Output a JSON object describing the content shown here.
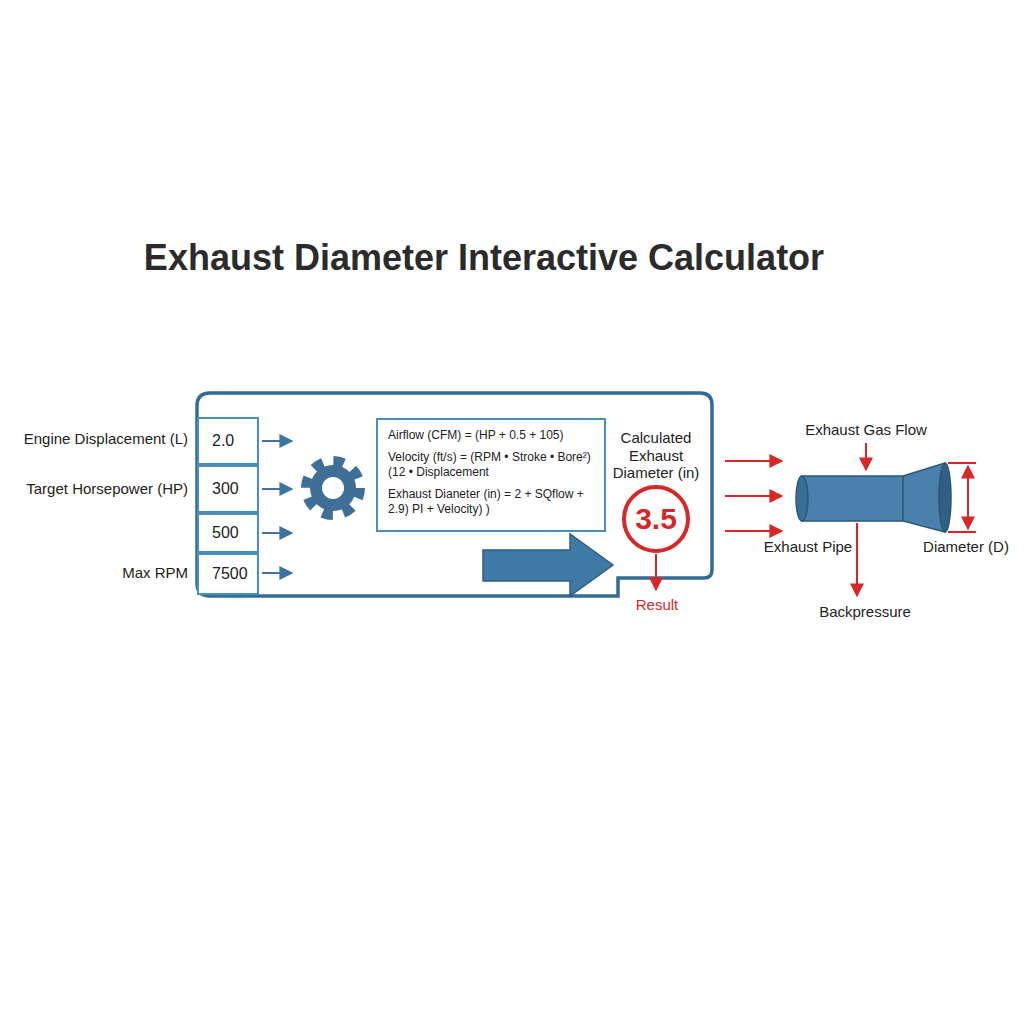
{
  "diagram": {
    "title": "Exhaust Diameter Interactive Calculator",
    "nodes": [
      {
        "text": [
          "2.0"
        ]
      },
      {
        "text": [
          "300"
        ]
      },
      {
        "text": [
          "500"
        ]
      },
      {
        "text": [
          "7500"
        ]
      },
      {
        "text": [
          "Airflow (CFM) = (HP + 0.5 + 105)",
          "Velocity (ft/s) = (RPM • Stroke • Bore²) (12 • Displacement",
          "Exhaust Dianeter (in) = 2 + SQflow + 2.9) PI + Velocity) )"
        ]
      },
      {
        "text": [
          "Calculated Exhaust Diameter (in)",
          "3.5"
        ]
      }
    ],
    "labels": [
      "Engine Displacement (L)",
      "Target Horsepower (HP)",
      "Max RPM",
      "Result",
      "Exhaust Gas Flow",
      "Exhaust Pipe",
      "Diameter (D)",
      "Backpressure"
    ]
  }
}
